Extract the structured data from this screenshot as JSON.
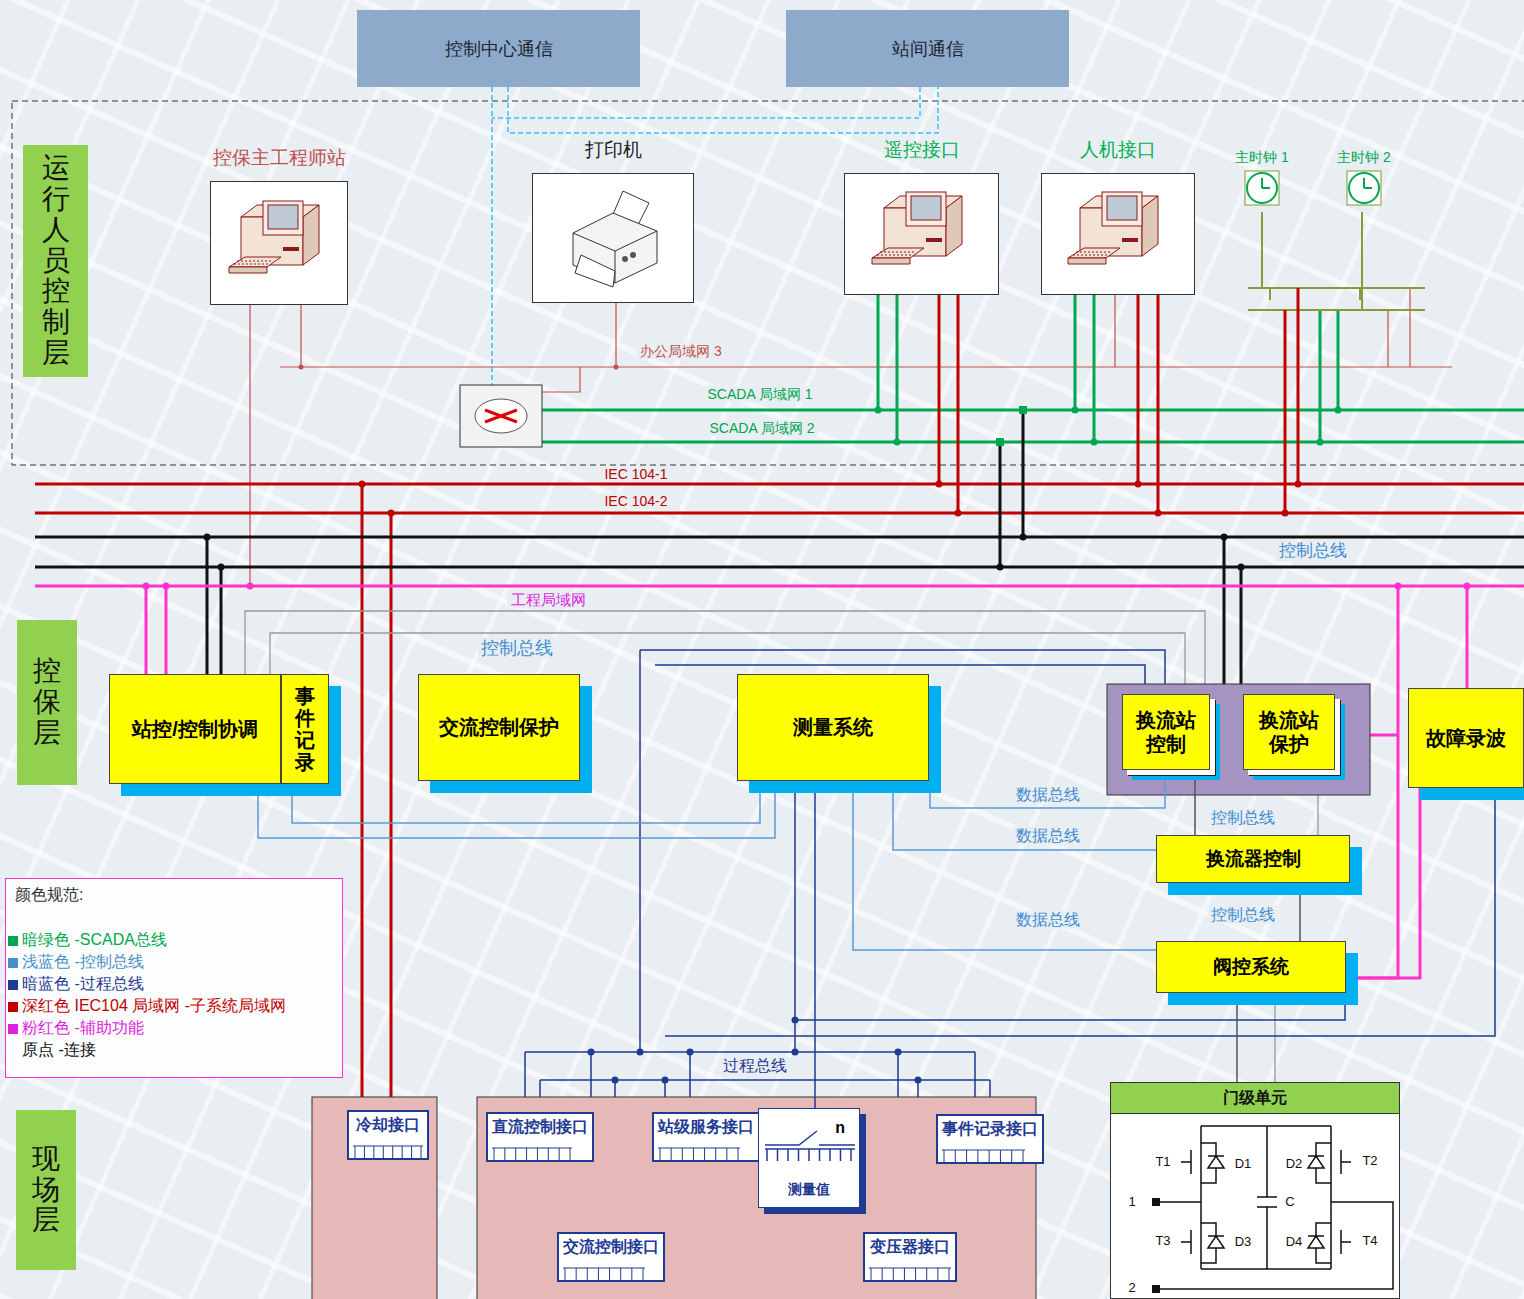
{
  "diagram": {
    "nodes": [
      {
        "text": [
          "控制中心通信"
        ]
      },
      {
        "text": [
          "站间通信"
        ]
      },
      {
        "text": [
          "运行人员控制层"
        ]
      },
      {
        "text": [
          "控保主工程师站"
        ]
      },
      {
        "text": [
          "打印机"
        ]
      },
      {
        "text": [
          "遥控接口"
        ]
      },
      {
        "text": [
          "人机接口"
        ]
      },
      {
        "text": [
          "主时钟 1"
        ]
      },
      {
        "text": [
          "主时钟 2"
        ]
      },
      {
        "text": [
          "控保层"
        ]
      },
      {
        "text": [
          "站控/控制协调"
        ]
      },
      {
        "text": [
          "事件记录"
        ]
      },
      {
        "text": [
          "交流控制保护"
        ]
      },
      {
        "text": [
          "测量系统"
        ]
      },
      {
        "text": [
          "换流站控制"
        ]
      },
      {
        "text": [
          "换流站保护"
        ]
      },
      {
        "text": [
          "故障录波"
        ]
      },
      {
        "text": [
          "换流器控制"
        ]
      },
      {
        "text": [
          "阀控系统"
        ]
      },
      {
        "text": [
          "现场层"
        ]
      },
      {
        "text": [
          "冷却接口"
        ]
      },
      {
        "text": [
          "直流控制接口"
        ]
      },
      {
        "text": [
          "站级服务接口"
        ]
      },
      {
        "text": [
          "n",
          "测量值"
        ]
      },
      {
        "text": [
          "事件记录接口"
        ]
      },
      {
        "text": [
          "交流控制接口"
        ]
      },
      {
        "text": [
          "变压器接口"
        ]
      },
      {
        "text": [
          "门级单元"
        ]
      }
    ],
    "edges": [
      {
        "from": 10,
        "to": 13,
        "arrow": "none"
      },
      {
        "from": 11,
        "to": 13,
        "arrow": "none"
      },
      {
        "from": 13,
        "to": 14,
        "label": "数据总线",
        "arrow": "none"
      },
      {
        "from": 13,
        "to": 17,
        "label": "数据总线",
        "arrow": "none"
      },
      {
        "from": 13,
        "to": 18,
        "label": "数据总线",
        "arrow": "none"
      },
      {
        "from": 14,
        "to": 17,
        "label": "控制总线",
        "arrow": "none"
      },
      {
        "from": 17,
        "to": 18,
        "label": "控制总线",
        "arrow": "none"
      },
      {
        "from": 18,
        "to": 27,
        "arrow": "none"
      },
      {
        "from": 16,
        "to": 18,
        "arrow": "none"
      },
      {
        "from": 13,
        "to": 23,
        "arrow": "none"
      }
    ],
    "labels": [
      "办公局域网 3",
      "SCADA 局域网 1",
      "SCADA 局域网 2",
      "IEC 104-1",
      "IEC 104-2",
      "控制总线",
      "工程局域网",
      "控制总线",
      "过程总线",
      "颜色规范:",
      "T1",
      "D1",
      "D2",
      "T2",
      "C",
      "T3",
      "D3",
      "D4",
      "T4",
      "1",
      "2"
    ],
    "legend": [
      {
        "text": "暗绿色 -SCADA总线",
        "color": "#00a650"
      },
      {
        "text": "浅蓝色 -控制总线",
        "color": "#4a90c8"
      },
      {
        "text": "暗蓝色 -过程总线",
        "color": "#1f3a93"
      },
      {
        "text": "深红色 IEC104 局域网 -子系统局域网",
        "color": "#c00000"
      },
      {
        "text": "粉红色 -辅助功能",
        "color": "#e020e0"
      },
      {
        "text": "原点 -连接"
      }
    ]
  }
}
